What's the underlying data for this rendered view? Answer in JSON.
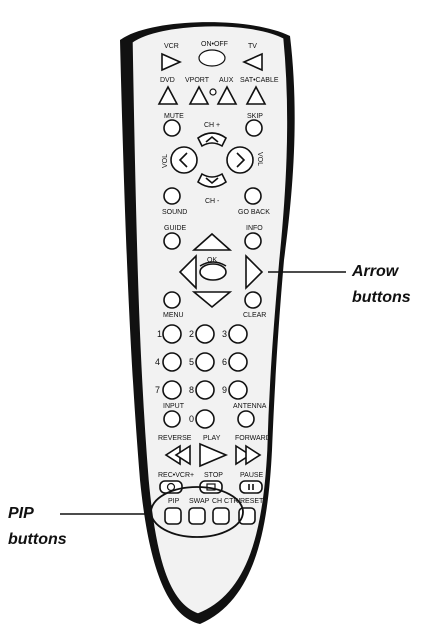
{
  "labels": {
    "vcr": "VCR",
    "on_off": "ON•OFF",
    "tv": "TV",
    "dvd": "DVD",
    "vport": "VPORT",
    "aux": "AUX",
    "sat_cable": "SAT•CABLE",
    "mute": "MUTE",
    "skip": "SKIP",
    "ch_plus": "CH +",
    "ch_minus": "CH -",
    "vol_left": "VOL",
    "vol_right": "VOL",
    "sound": "SOUND",
    "go_back": "GO BACK",
    "guide": "GUIDE",
    "info": "INFO",
    "ok": "OK",
    "menu": "MENU",
    "clear": "CLEAR",
    "input": "INPUT",
    "antenna": "ANTENNA",
    "reverse": "REVERSE",
    "play": "PLAY",
    "forward": "FORWARD",
    "rec": "REC•VCR+",
    "stop": "STOP",
    "pause": "PAUSE",
    "pip": "PIP",
    "swap": "SWAP",
    "ch_ctrl": "CH CTRL",
    "reset": "RESET"
  },
  "digits": [
    "1",
    "2",
    "3",
    "4",
    "5",
    "6",
    "7",
    "8",
    "9",
    "0"
  ],
  "callouts": {
    "arrow_line1": "Arrow",
    "arrow_line2": "buttons",
    "pip_line1": "PIP",
    "pip_line2": "buttons"
  }
}
